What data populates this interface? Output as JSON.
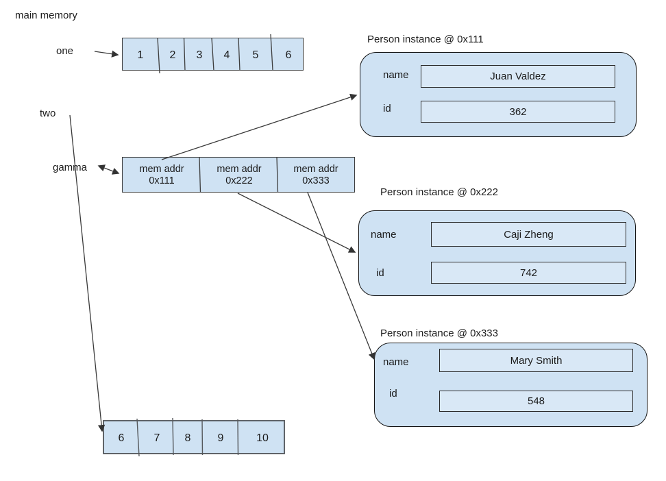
{
  "page": {
    "heading": "main memory",
    "background": "#ffffff"
  },
  "colors": {
    "cell_fill": "#cfe2f3",
    "field_fill": "#d9e8f6",
    "box_stroke": "#141414",
    "line_stroke": "#3a3a3a"
  },
  "arrays": {
    "one": {
      "label": "one",
      "cells": [
        "1",
        "2",
        "3",
        "4",
        "5",
        "6"
      ]
    },
    "gamma": {
      "label": "gamma",
      "cells": [
        {
          "line1": "mem addr",
          "line2": "0x111"
        },
        {
          "line1": "mem addr",
          "line2": "0x222"
        },
        {
          "line1": "mem addr",
          "line2": "0x333"
        }
      ]
    },
    "two": {
      "label": "two",
      "cells": [
        "6",
        "7",
        "8",
        "9",
        "10"
      ]
    }
  },
  "instances": [
    {
      "title": "Person instance @ 0x111",
      "fields": [
        {
          "label": "name",
          "value": "Juan Valdez"
        },
        {
          "label": "id",
          "value": "362"
        }
      ]
    },
    {
      "title": "Person instance @ 0x222",
      "fields": [
        {
          "label": "name",
          "value": "Caji Zheng"
        },
        {
          "label": "id",
          "value": "742"
        }
      ]
    },
    {
      "title": "Person instance @ 0x333",
      "fields": [
        {
          "label": "name",
          "value": "Mary Smith"
        },
        {
          "label": "id",
          "value": "548"
        }
      ]
    }
  ]
}
